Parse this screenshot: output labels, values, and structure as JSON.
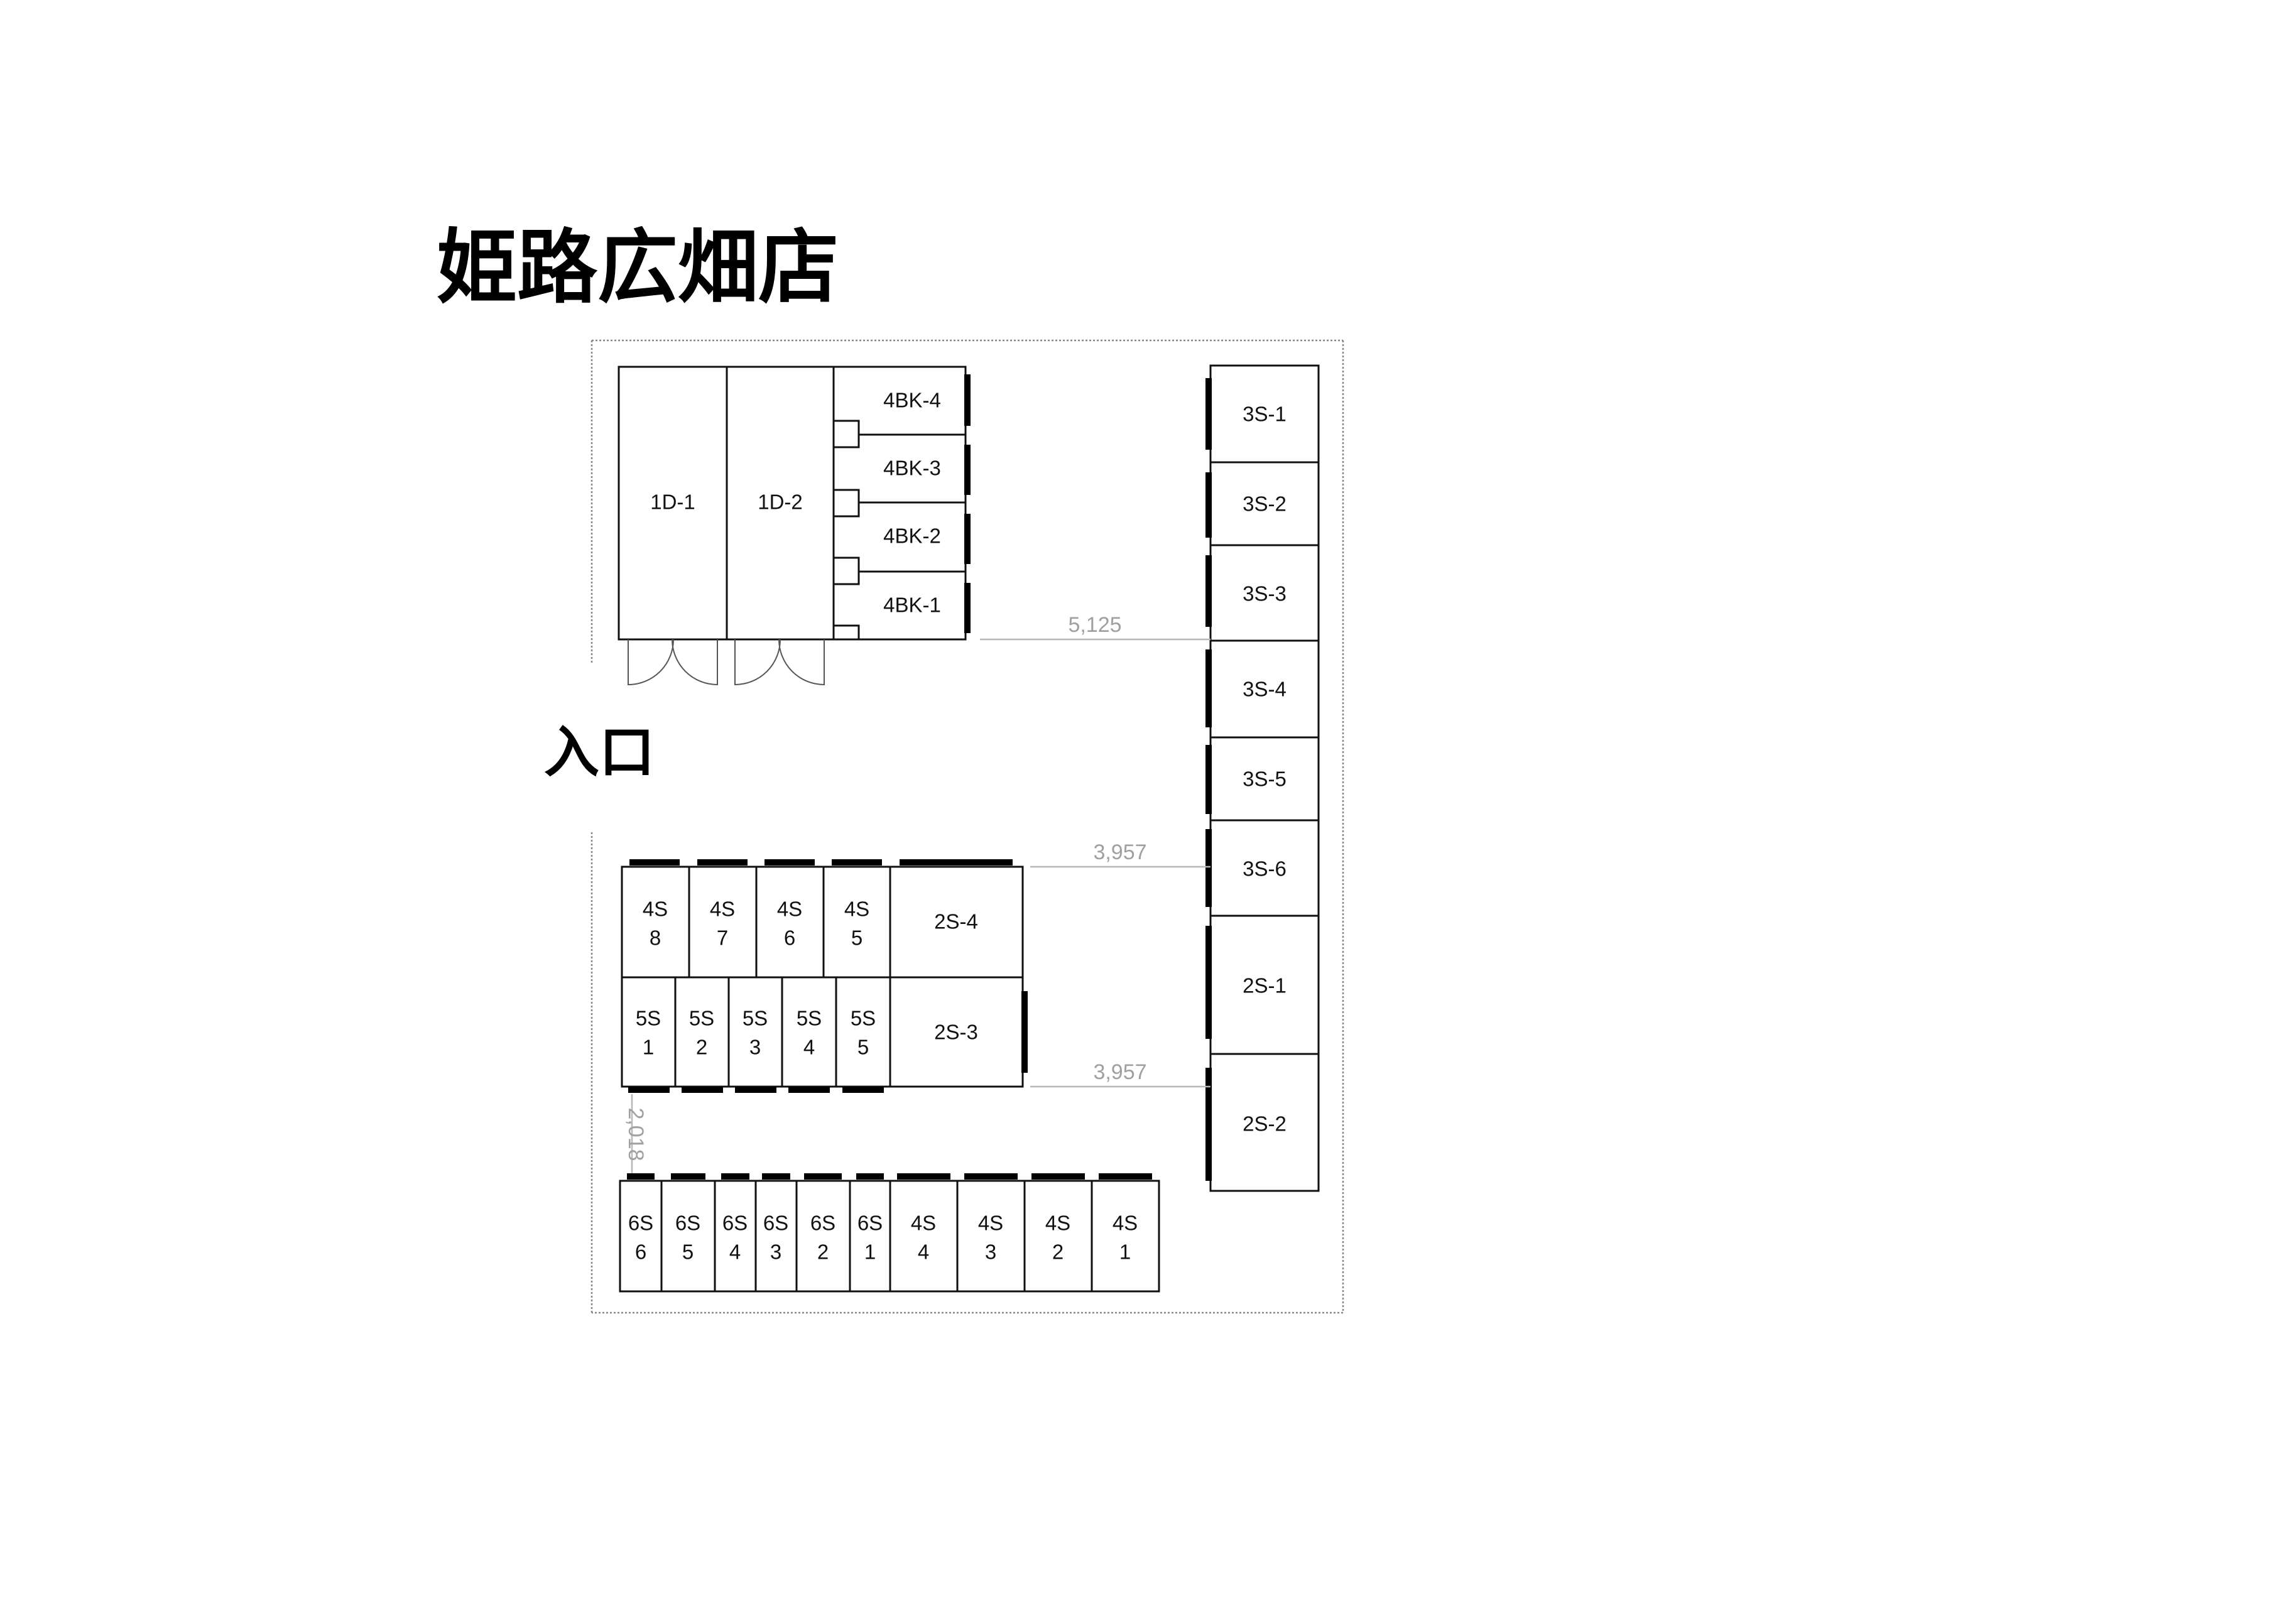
{
  "header": {
    "title": "姫路広畑店"
  },
  "entrance": {
    "label": "入口"
  },
  "units": {
    "d1": "1D-1",
    "d2": "1D-2",
    "bk4": "4BK-4",
    "bk3": "4BK-3",
    "bk2": "4BK-2",
    "bk1": "4BK-1",
    "s3_1": "3S-1",
    "s3_2": "3S-2",
    "s3_3": "3S-3",
    "s3_4": "3S-4",
    "s3_5": "3S-5",
    "s3_6": "3S-6",
    "s2_1": "2S-1",
    "s2_2": "2S-2",
    "s2_3": "2S-3",
    "s2_4": "2S-4",
    "s4_8": [
      "4S",
      "8"
    ],
    "s4_7": [
      "4S",
      "7"
    ],
    "s4_6": [
      "4S",
      "6"
    ],
    "s4_5": [
      "4S",
      "5"
    ],
    "s5_1": [
      "5S",
      "1"
    ],
    "s5_2": [
      "5S",
      "2"
    ],
    "s5_3": [
      "5S",
      "3"
    ],
    "s5_4": [
      "5S",
      "4"
    ],
    "s5_5": [
      "5S",
      "5"
    ],
    "s6_6": [
      "6S",
      "6"
    ],
    "s6_5": [
      "6S",
      "5"
    ],
    "s6_4": [
      "6S",
      "4"
    ],
    "s6_3": [
      "6S",
      "3"
    ],
    "s6_2": [
      "6S",
      "2"
    ],
    "s6_1": [
      "6S",
      "1"
    ],
    "s4_4": [
      "4S",
      "4"
    ],
    "s4_3": [
      "4S",
      "3"
    ],
    "s4_2": [
      "4S",
      "2"
    ],
    "s4_1": [
      "4S",
      "1"
    ]
  },
  "dimensions": {
    "d_top": "5,125",
    "d_mid": "3,957",
    "d_low": "3,957",
    "d_side": "2,018"
  },
  "colors": {
    "outline": "#111111",
    "door": "#000000",
    "dimension": "#a0a0a0",
    "background": "#ffffff"
  }
}
